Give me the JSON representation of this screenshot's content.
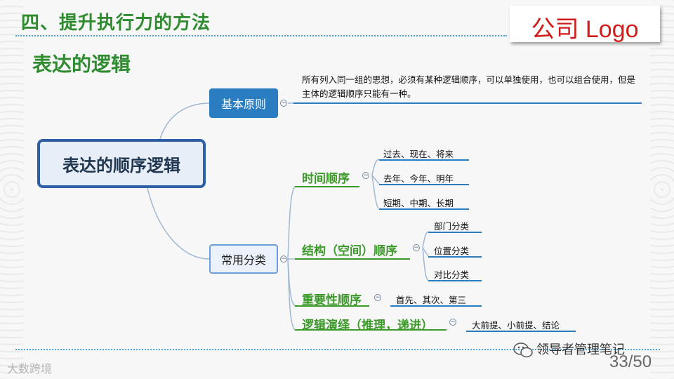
{
  "slide": {
    "title": "四、提升执行力的方法",
    "subtitle": "表达的逻辑",
    "logo_text": "公司 Logo",
    "page_number": "33/50",
    "wechat_account": "领导者管理笔记",
    "watermark": "大数跨境"
  },
  "mindmap": {
    "root": "表达的顺序逻辑",
    "branch_basic": {
      "label": "基本原则",
      "description": "所有列入同一组的思想，必须有某种逻辑顺序，可以单独使用，也可以组合使用，但是主体的逻辑顺序只能有一种。"
    },
    "branch_common": {
      "label": "常用分类",
      "time": {
        "label": "时间顺序",
        "items": [
          "过去、现在、将来",
          "去年、今年、明年",
          "短期、中期、长期"
        ]
      },
      "structure": {
        "label": "结构（空间）顺序",
        "items": [
          "部门分类",
          "位置分类",
          "对比分类"
        ]
      },
      "importance": {
        "label": "重要性顺序",
        "items": [
          "首先、其次、第三"
        ]
      },
      "deduction": {
        "label": "逻辑演绎（推理，递进）",
        "items": [
          "大前提、小前提、结论"
        ]
      }
    },
    "collapse_symbol": "−"
  }
}
